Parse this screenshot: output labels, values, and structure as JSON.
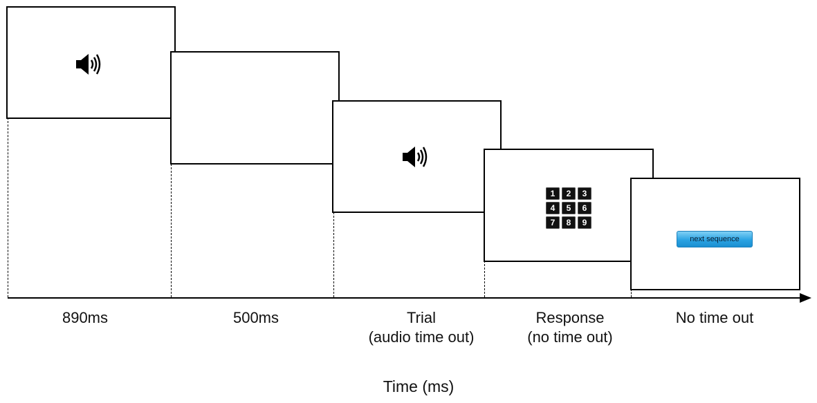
{
  "phases": [
    {
      "label": "890ms"
    },
    {
      "label": "500ms"
    },
    {
      "label": "Trial\n(audio time out)"
    },
    {
      "label": "Response\n(no time out)"
    },
    {
      "label": "No time out"
    }
  ],
  "axis_title": "Time (ms)",
  "keypad_keys": [
    "1",
    "2",
    "3",
    "4",
    "5",
    "6",
    "7",
    "8",
    "9"
  ],
  "next_button_label": "next sequence",
  "icons": [
    "speaker-icon",
    "speaker-icon",
    "keypad-icon"
  ]
}
